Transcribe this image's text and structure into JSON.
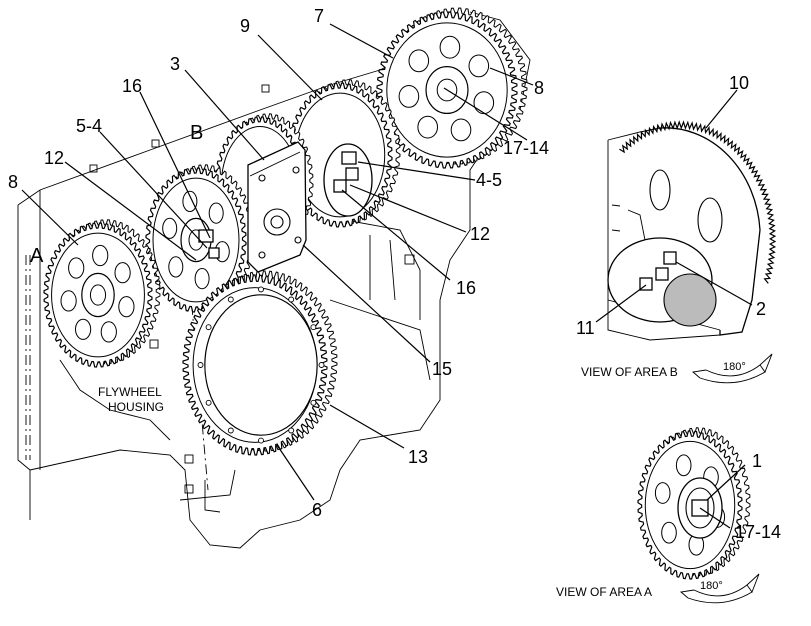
{
  "callouts": {
    "c7": "7",
    "c9": "9",
    "c3": "3",
    "c16_top": "16",
    "c5_4": "5-4",
    "c12_left": "12",
    "c8_left": "8",
    "c8_right": "8",
    "c17_14_top": "17-14",
    "c4_5": "4-5",
    "c12_right": "12",
    "c16_right": "16",
    "c15": "15",
    "c13": "13",
    "c6": "6",
    "c10": "10",
    "c2": "2",
    "c11": "11",
    "c1": "1",
    "c17_14_bottom": "17-14"
  },
  "view_letters": {
    "a": "A",
    "b": "B"
  },
  "housing_label": {
    "line1": "FLYWHEEL",
    "line2": "HOUSING"
  },
  "views": {
    "area_b": {
      "caption": "VIEW OF AREA B",
      "rotation": "180°"
    },
    "area_a": {
      "caption": "VIEW OF AREA A",
      "rotation": "180°"
    }
  },
  "colors": {
    "ink": "#000000",
    "paper": "#ffffff",
    "shade": "#d9d9d9"
  }
}
